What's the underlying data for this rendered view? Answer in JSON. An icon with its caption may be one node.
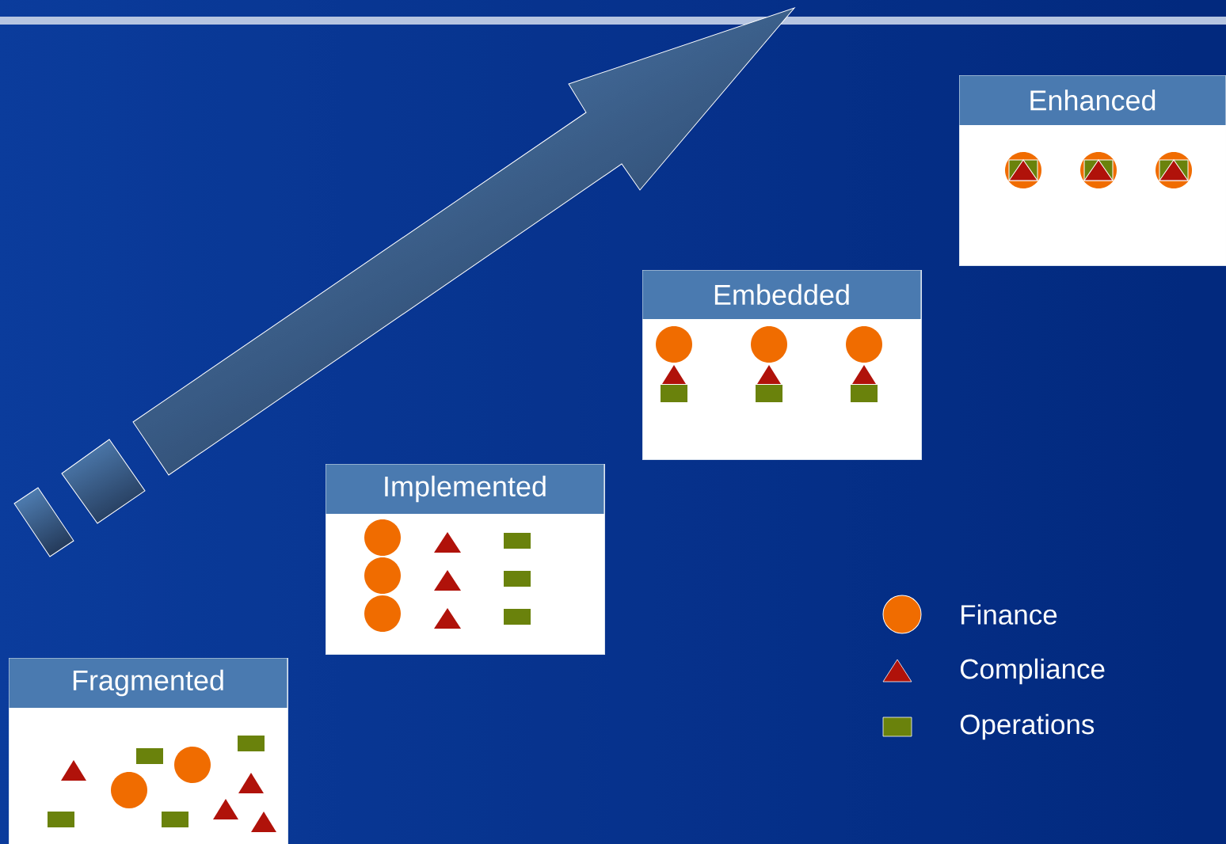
{
  "diagram": {
    "nodes": [
      {
        "text": [
          "Enhanced"
        ]
      },
      {
        "text": [
          "Embedded"
        ]
      },
      {
        "text": [
          "Implemented"
        ]
      },
      {
        "text": [
          "Fragmented"
        ]
      }
    ],
    "legend": [
      {
        "text": "Finance"
      },
      {
        "text": "Compliance"
      },
      {
        "text": "Operations"
      }
    ]
  }
}
